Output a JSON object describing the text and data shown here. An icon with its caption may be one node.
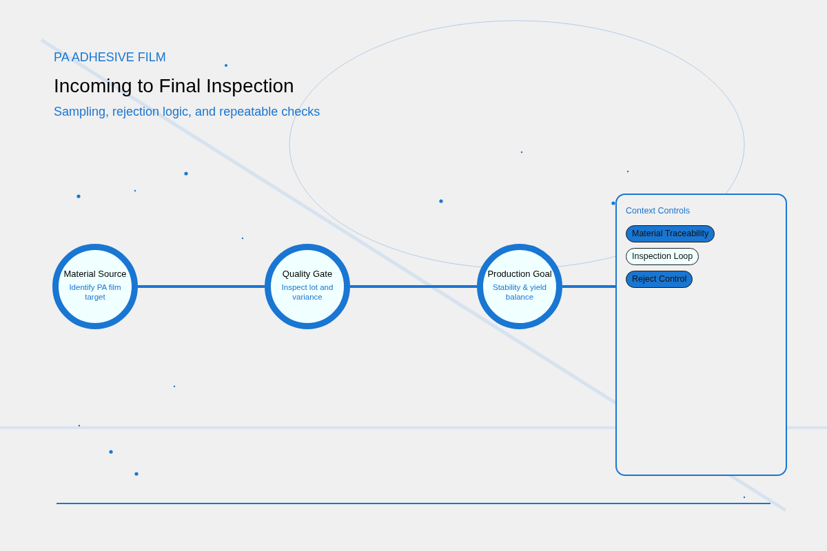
{
  "diagram": {
    "title": "Incoming to Final Inspection",
    "nodes": [
      {
        "text": [
          "Material Source",
          "Identify PA film target"
        ]
      },
      {
        "text": [
          "Quality Gate",
          "Inspect lot and variance"
        ]
      },
      {
        "text": [
          "Production Goal",
          "Stability & yield balance"
        ]
      },
      {
        "text": [
          "Context Controls"
        ]
      },
      {
        "text": [
          "Material Traceability"
        ],
        "in": 3
      },
      {
        "text": [
          "Inspection Loop"
        ],
        "in": 3
      },
      {
        "text": [
          "Reject Control"
        ],
        "in": 3
      }
    ],
    "edges": [
      {
        "from": 0,
        "to": 1,
        "arrow": "none"
      },
      {
        "from": 1,
        "to": 2,
        "arrow": "none"
      },
      {
        "from": 2,
        "to": 3,
        "arrow": "none"
      }
    ],
    "labels": [
      "PA ADHESIVE FILM",
      "Sampling, rejection logic, and repeatable checks"
    ]
  }
}
